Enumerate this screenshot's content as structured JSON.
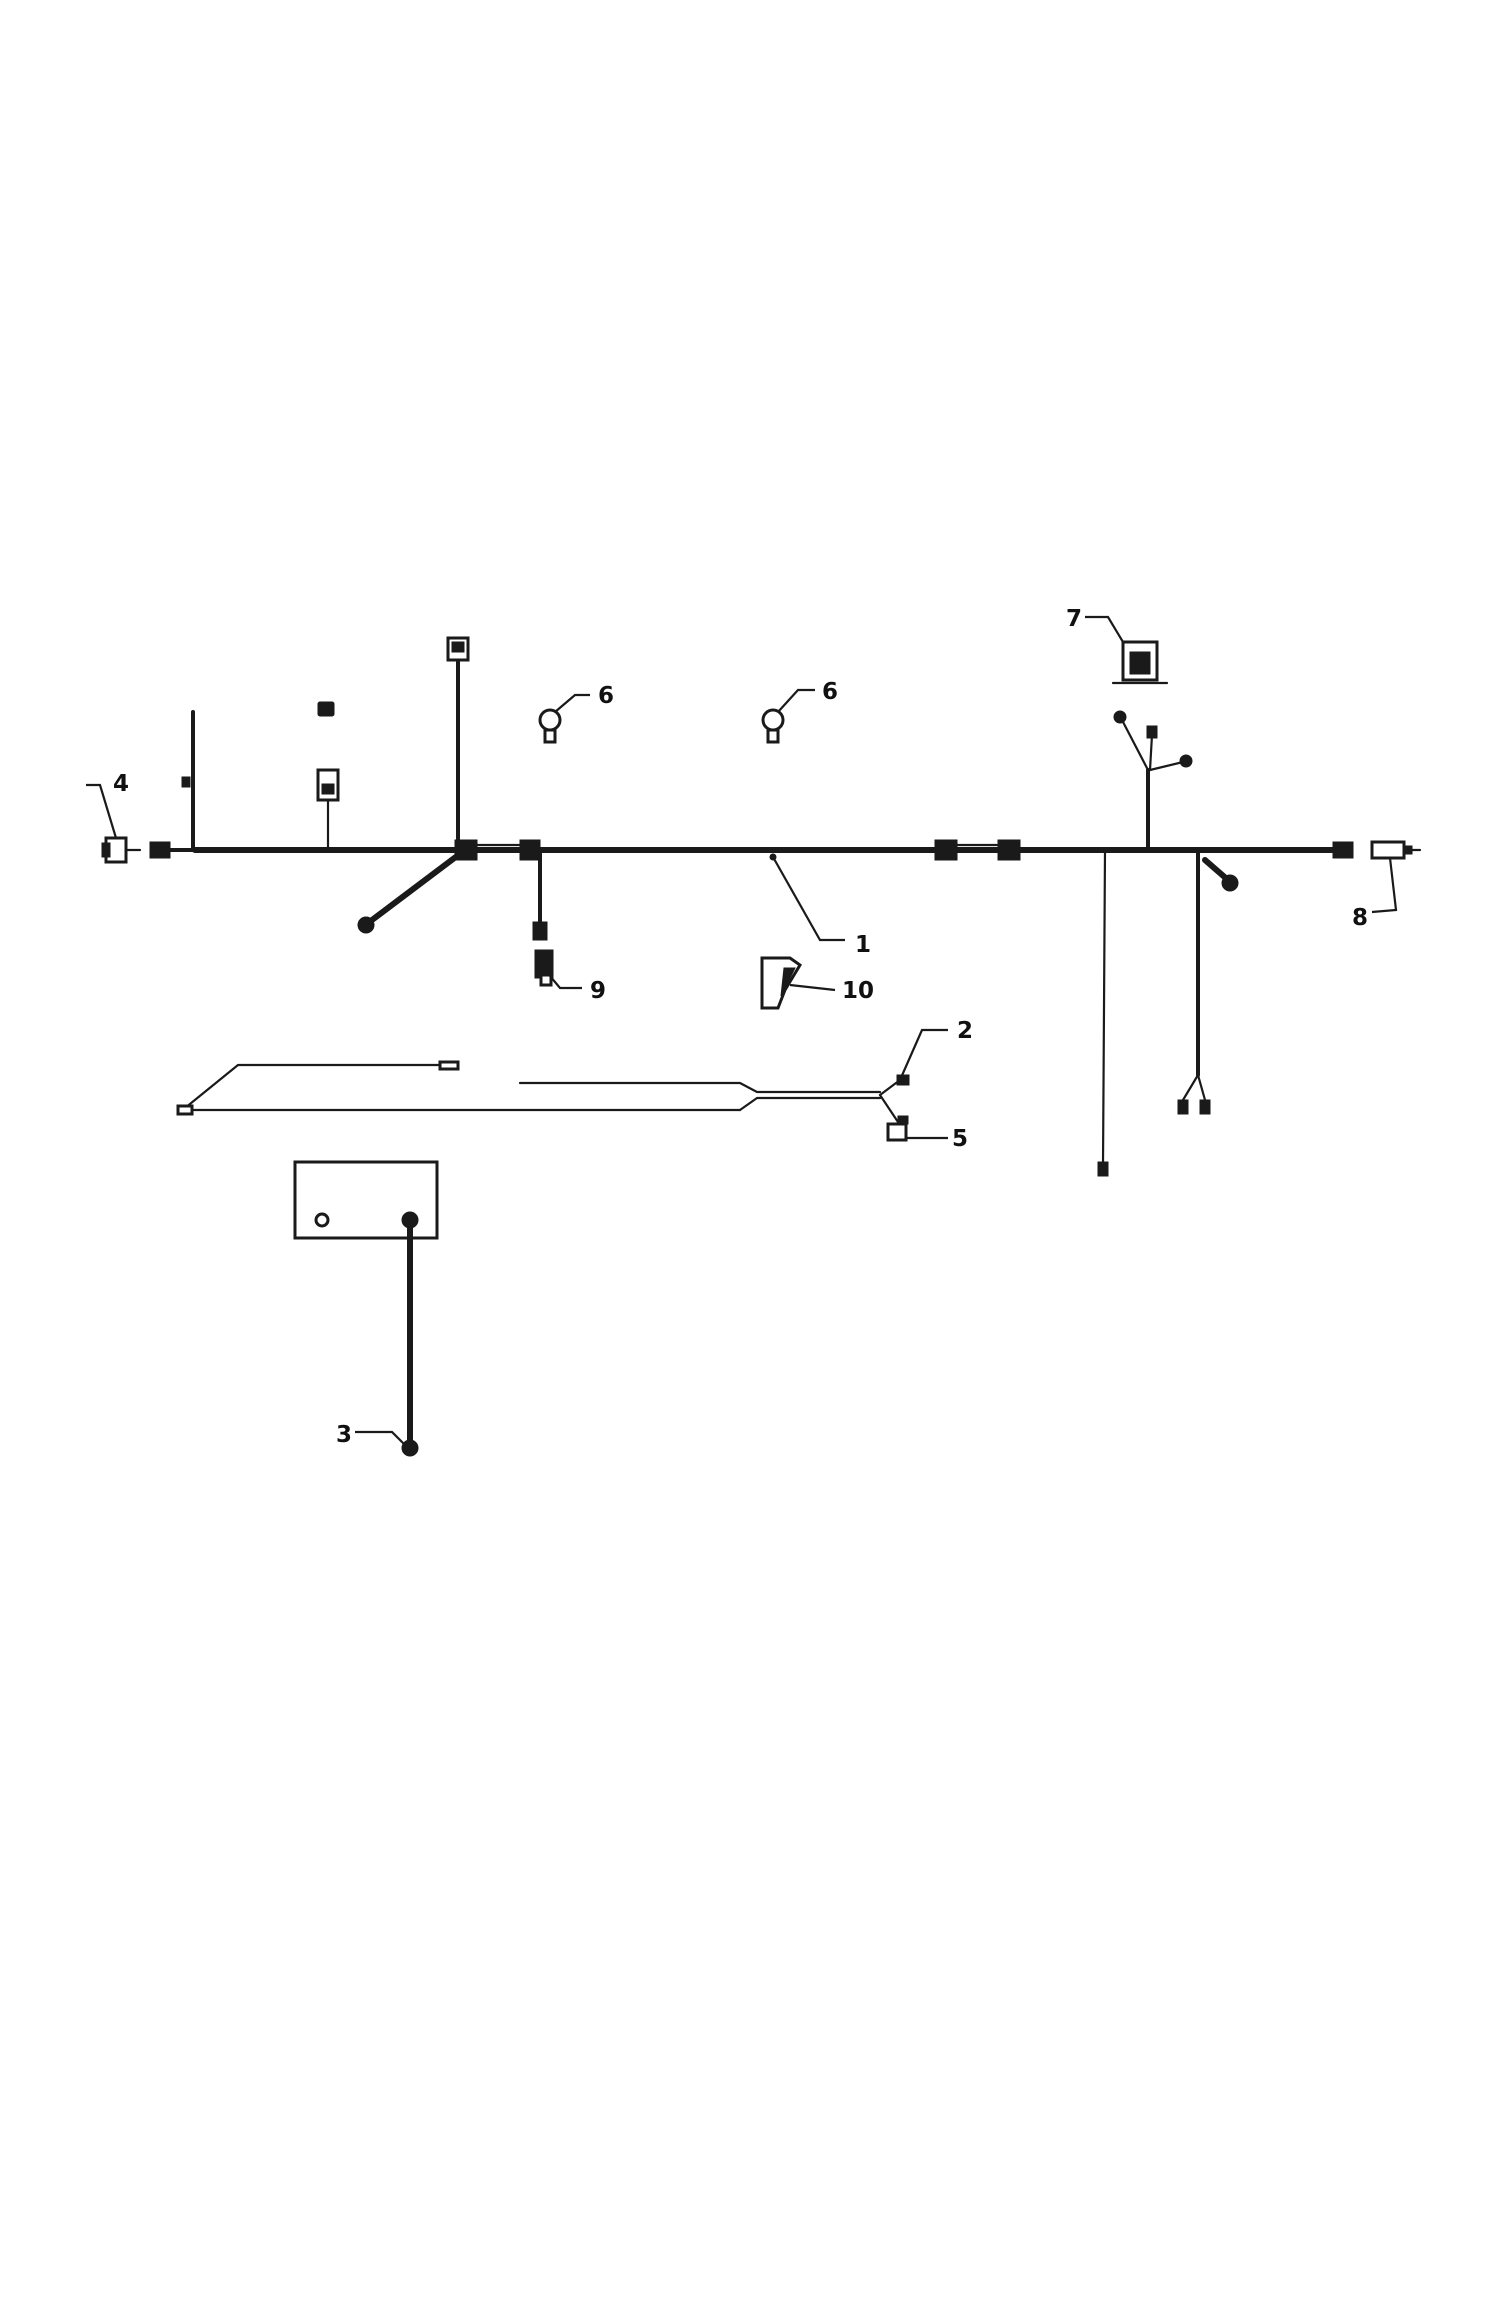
{
  "diagram": {
    "callouts": [
      {
        "id": "1",
        "label": "1"
      },
      {
        "id": "2",
        "label": "2"
      },
      {
        "id": "3",
        "label": "3"
      },
      {
        "id": "4",
        "label": "4"
      },
      {
        "id": "5",
        "label": "5"
      },
      {
        "id": "6a",
        "label": "6"
      },
      {
        "id": "6b",
        "label": "6"
      },
      {
        "id": "7",
        "label": "7"
      },
      {
        "id": "8",
        "label": "8"
      },
      {
        "id": "9",
        "label": "9"
      },
      {
        "id": "10",
        "label": "10"
      }
    ],
    "colors": {
      "ink": "#1a1a1a",
      "background": "#ffffff"
    }
  }
}
